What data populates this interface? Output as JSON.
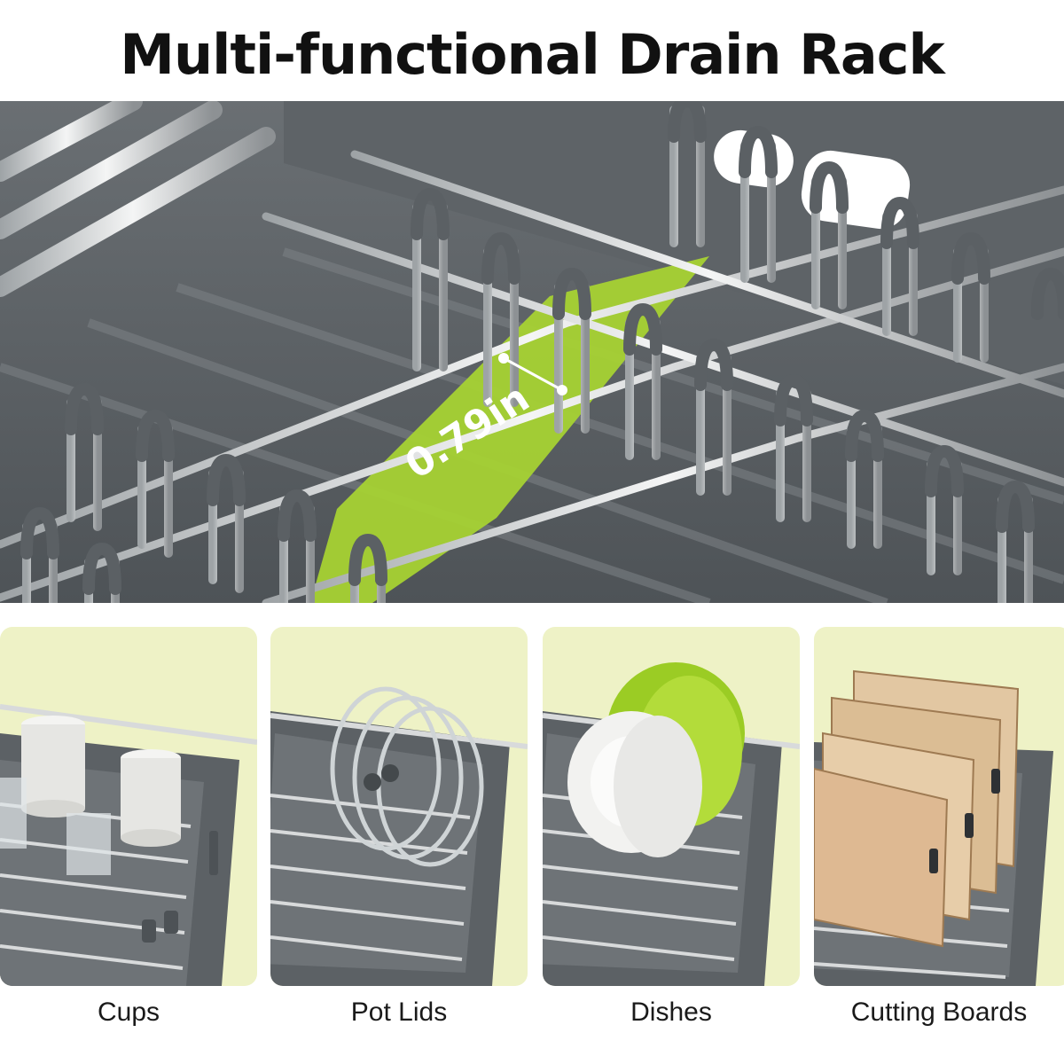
{
  "title": "Multi-functional Drain Rack",
  "hero": {
    "measurement_label": "0.79in",
    "accent_color": "#a7d233"
  },
  "panels": [
    {
      "label": "Cups"
    },
    {
      "label": "Pot Lids"
    },
    {
      "label": "Dishes"
    },
    {
      "label": "Cutting Boards"
    }
  ],
  "colors": {
    "rack_gray": "#5c6165",
    "panel_bg": "#eef2c6",
    "steel": "#d8dadb"
  }
}
